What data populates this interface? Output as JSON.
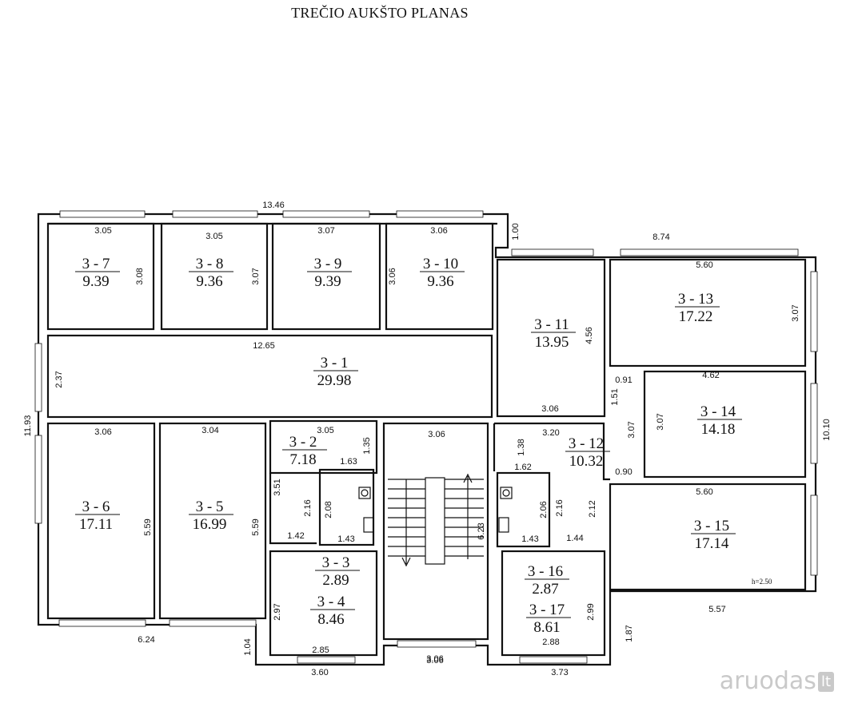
{
  "title": "TREČIO AUKŠTO PLANAS",
  "rooms": [
    {
      "id": "3 - 7",
      "area": "9.39"
    },
    {
      "id": "3 - 8",
      "area": "9.36"
    },
    {
      "id": "3 - 9",
      "area": "9.39"
    },
    {
      "id": "3 - 10",
      "area": "9.36"
    },
    {
      "id": "3 - 11",
      "area": "13.95"
    },
    {
      "id": "3 - 13",
      "area": "17.22"
    },
    {
      "id": "3 - 1",
      "area": "29.98"
    },
    {
      "id": "3 - 14",
      "area": "14.18"
    },
    {
      "id": "3 - 12",
      "area": "10.32"
    },
    {
      "id": "3 - 2",
      "area": "7.18"
    },
    {
      "id": "3 - 6",
      "area": "17.11"
    },
    {
      "id": "3 - 5",
      "area": "16.99"
    },
    {
      "id": "3 - 15",
      "area": "17.14"
    },
    {
      "id": "3 - 3",
      "area": "2.89"
    },
    {
      "id": "3 - 16",
      "area": "2.87"
    },
    {
      "id": "3 - 4",
      "area": "8.46"
    },
    {
      "id": "3 - 17",
      "area": "8.61"
    }
  ],
  "dimensions": [
    "13.46",
    "1.00",
    "8.74",
    "3.05",
    "3.05",
    "3.07",
    "3.06",
    "3.08",
    "3.07",
    "3.06",
    "5.60",
    "3.07",
    "4.56",
    "12.65",
    "2.37",
    "0.91",
    "4.62",
    "1.51",
    "3.06",
    "3.07",
    "3.07",
    "10.10",
    "11.93",
    "3.06",
    "3.04",
    "3.05",
    "1.35",
    "3.06",
    "3.20",
    "1.38",
    "1.63",
    "1.62",
    "0.90",
    "3.51",
    "2.16",
    "2.08",
    "2.06",
    "2.16",
    "2.12",
    "5.60",
    "5.59",
    "5.59",
    "6.23",
    "1.42",
    "1.43",
    "1.43",
    "1.44",
    "3.06",
    "2.97",
    "2.99",
    "5.57",
    "6.24",
    "1.04",
    "2.85",
    "2.88",
    "1.87",
    "3.60",
    "3.06",
    "3.73"
  ],
  "height_note": "h=2.50",
  "watermark": {
    "brand": "aruodas",
    "tld": "lt"
  }
}
